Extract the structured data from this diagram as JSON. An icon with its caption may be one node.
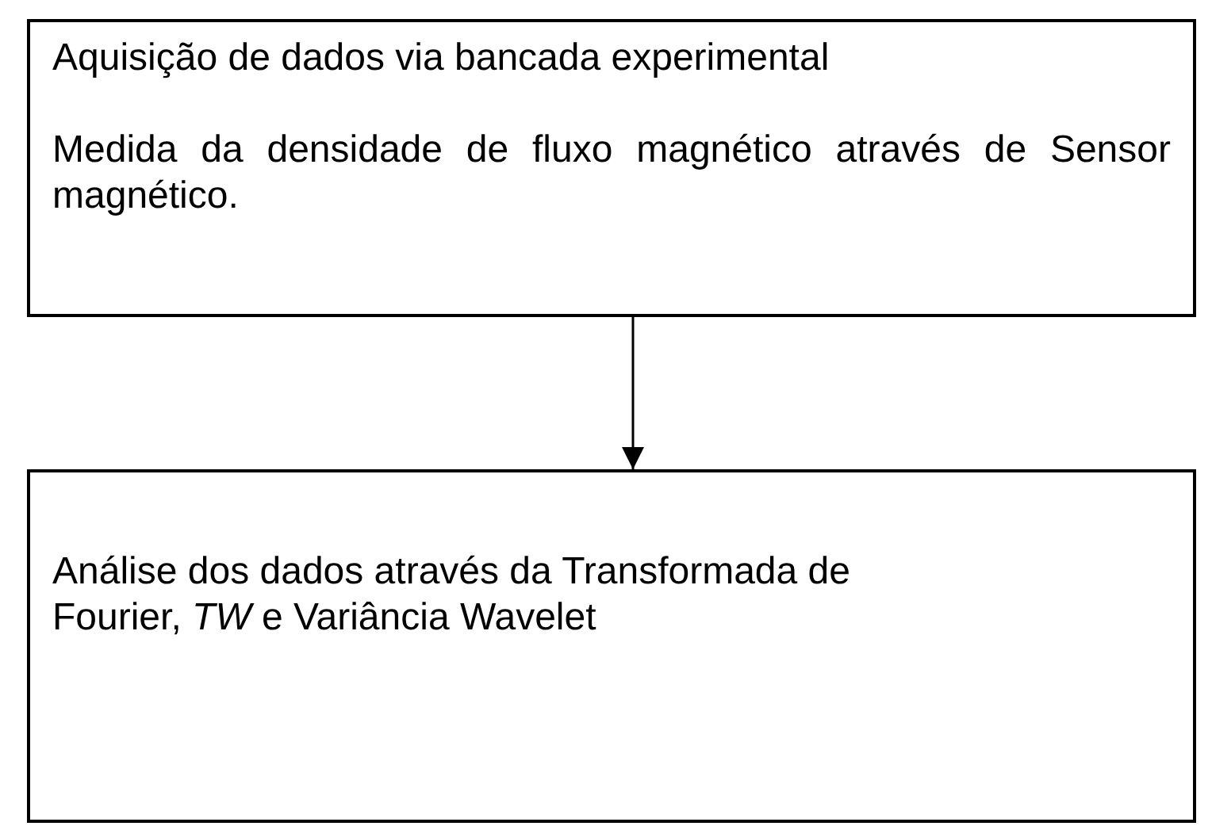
{
  "diagram": {
    "nodes": [
      {
        "text": [
          "Aquisição de dados via bancada experimental",
          "Medida da densidade de fluxo magnético através de Sensor magnético."
        ]
      },
      {
        "text": [
          "Análise dos dados através da Transformada de Fourier, *TW* e Variância Wavelet"
        ]
      }
    ],
    "edges": [
      {
        "from": 0,
        "to": 1,
        "arrow": "to"
      }
    ]
  }
}
